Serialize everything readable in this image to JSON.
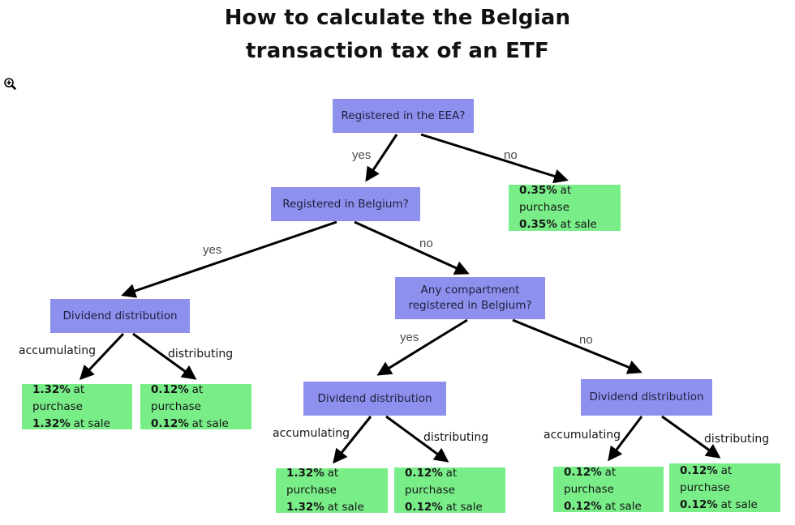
{
  "title": "How to calculate the Belgian transaction tax of an ETF",
  "viewer": {
    "zoom_icon": "magnifier-plus-icon"
  },
  "colors": {
    "question_box": "#8e90ee",
    "result_box": "#79ed88",
    "arrow": "#000000",
    "yes_no_label": "#4a4a4a",
    "title_text": "#111111"
  },
  "nodes": {
    "eea": {
      "label": "Registered in the EEA?"
    },
    "belgium": {
      "label": "Registered in Belgium?"
    },
    "compartment": {
      "label": "Any compartment registered in Belgium?"
    },
    "dividend_left": {
      "label": "Dividend distribution"
    },
    "dividend_mid": {
      "label": "Dividend distribution"
    },
    "dividend_right": {
      "label": "Dividend distribution"
    }
  },
  "results": {
    "eea_no": {
      "purchase_pct": "0.35%",
      "purchase_text": "at purchase",
      "sale_pct": "0.35%",
      "sale_text": "at sale"
    },
    "left_acc": {
      "purchase_pct": "1.32%",
      "purchase_text": "at purchase",
      "sale_pct": "1.32%",
      "sale_text": "at sale"
    },
    "left_dist": {
      "purchase_pct": "0.12%",
      "purchase_text": "at purchase",
      "sale_pct": "0.12%",
      "sale_text": "at sale"
    },
    "mid_acc": {
      "purchase_pct": "1.32%",
      "purchase_text": "at purchase",
      "sale_pct": "1.32%",
      "sale_text": "at sale"
    },
    "mid_dist": {
      "purchase_pct": "0.12%",
      "purchase_text": "at purchase",
      "sale_pct": "0.12%",
      "sale_text": "at sale"
    },
    "right_acc": {
      "purchase_pct": "0.12%",
      "purchase_text": "at purchase",
      "sale_pct": "0.12%",
      "sale_text": "at sale"
    },
    "right_dist": {
      "purchase_pct": "0.12%",
      "purchase_text": "at purchase",
      "sale_pct": "0.12%",
      "sale_text": "at sale"
    }
  },
  "edge_labels": {
    "eea_yes": "yes",
    "eea_no": "no",
    "belgium_yes": "yes",
    "belgium_no": "no",
    "compartment_yes": "yes",
    "compartment_no": "no",
    "left_acc": "accumulating",
    "left_dist": "distributing",
    "mid_acc": "accumulating",
    "mid_dist": "distributing",
    "right_acc": "accumulating",
    "right_dist": "distributing"
  }
}
